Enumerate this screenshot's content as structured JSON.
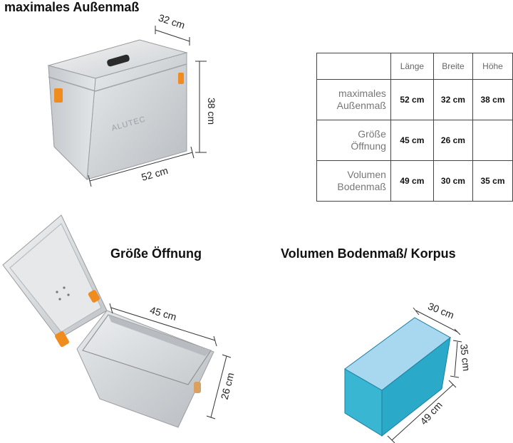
{
  "headings": {
    "outer": "maximales Außenmaß",
    "opening": "Größe Öffnung",
    "volume": "Volumen Bodenmaß/ Korpus"
  },
  "outer_dims": {
    "depth": "32 cm",
    "height": "38 cm",
    "length": "52 cm"
  },
  "opening_dims": {
    "length": "45 cm",
    "width": "26 cm"
  },
  "volume_dims": {
    "width": "30 cm",
    "height": "35 cm",
    "length": "49 cm"
  },
  "brand_mark": "ALUTEC",
  "table": {
    "headers": [
      "Länge",
      "Breite",
      "Höhe"
    ],
    "rows": [
      {
        "label_line1": "maximales",
        "label_line2": "Außenmaß",
        "values": [
          "52 cm",
          "32 cm",
          "38 cm"
        ]
      },
      {
        "label_line1": "Größe",
        "label_line2": "Öffnung",
        "values": [
          "45 cm",
          "26 cm",
          ""
        ]
      },
      {
        "label_line1": "Volumen",
        "label_line2": "Bodenmaß",
        "values": [
          "49 cm",
          "30 cm",
          "35 cm"
        ]
      }
    ]
  },
  "colors": {
    "latch": "#f08c1e",
    "volume_fill": "#29a8c8",
    "volume_top": "#a8d8f0",
    "aluminium": "#d4d8dc"
  }
}
